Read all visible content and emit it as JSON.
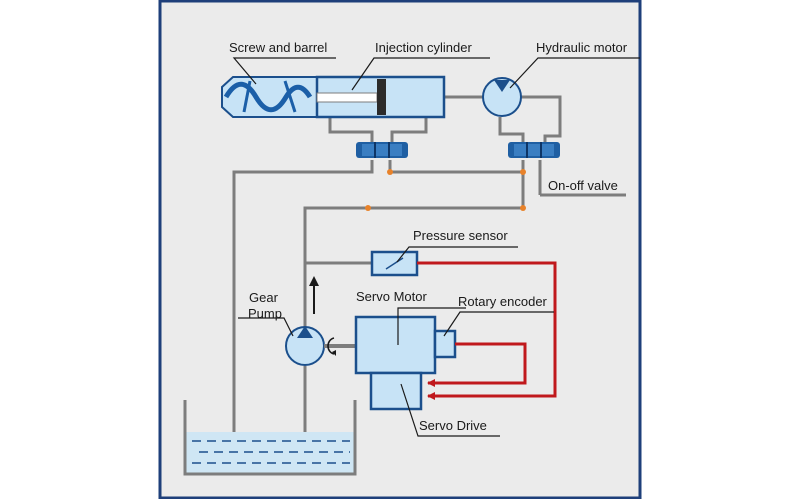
{
  "labels": {
    "screw_and_barrel": "Screw and barrel",
    "injection_cylinder": "Injection cylinder",
    "hydraulic_motor": "Hydraulic motor",
    "on_off_valve": "On-off valve",
    "pressure_sensor": "Pressure sensor",
    "gear": "Gear",
    "pump": "Pump",
    "servo_motor": "Servo Motor",
    "rotary_encoder": "Rotary encoder",
    "servo_drive": "Servo Drive"
  },
  "colors": {
    "panel_background": "#ebebeb",
    "panel_border": "#1e3f7a",
    "component_fill": "#c7e3f6",
    "component_stroke": "#1b4f8c",
    "pipe": "#7d7d7d",
    "signal_wire": "#c0181c",
    "junction": "#e8822a",
    "fluid": "#cfe6f4"
  }
}
